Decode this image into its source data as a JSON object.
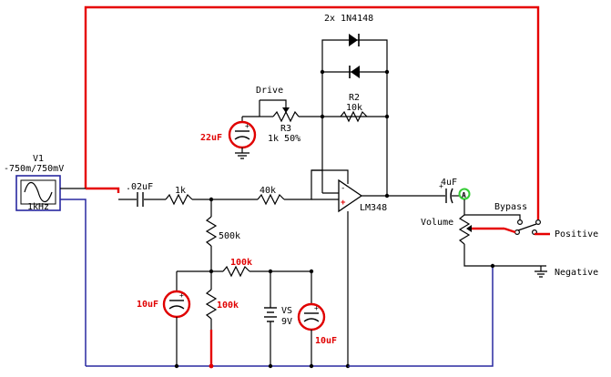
{
  "labels": {
    "source_name": "V1",
    "source_range": "-750m/750mV",
    "source_freq": "1kHz",
    "c_in": ".02uF",
    "r_1k": "1k",
    "r_40k": "40k",
    "r_500k": "500k",
    "r_100k_h": "100k",
    "r_100k_v": "100k",
    "c_10uf_left": "10uF",
    "c_10uf_right": "10uF",
    "battery_name": "VS",
    "battery_value": "9V",
    "drive": "Drive",
    "r3_name": "R3",
    "r3_value": "1k 50%",
    "c_22uf": "22uF",
    "r2_name": "R2",
    "r2_value": "10k",
    "diodes": "2x 1N4148",
    "opamp": "LM348",
    "c_out": "4uF",
    "probe": "A",
    "volume": "Volume",
    "bypass": "Bypass",
    "positive": "Positive",
    "negative": "Negative"
  },
  "colors": {
    "wire": "#000000",
    "ground_wire": "#2828a0",
    "highlight": "#e60000",
    "probe": "#33cc33"
  }
}
